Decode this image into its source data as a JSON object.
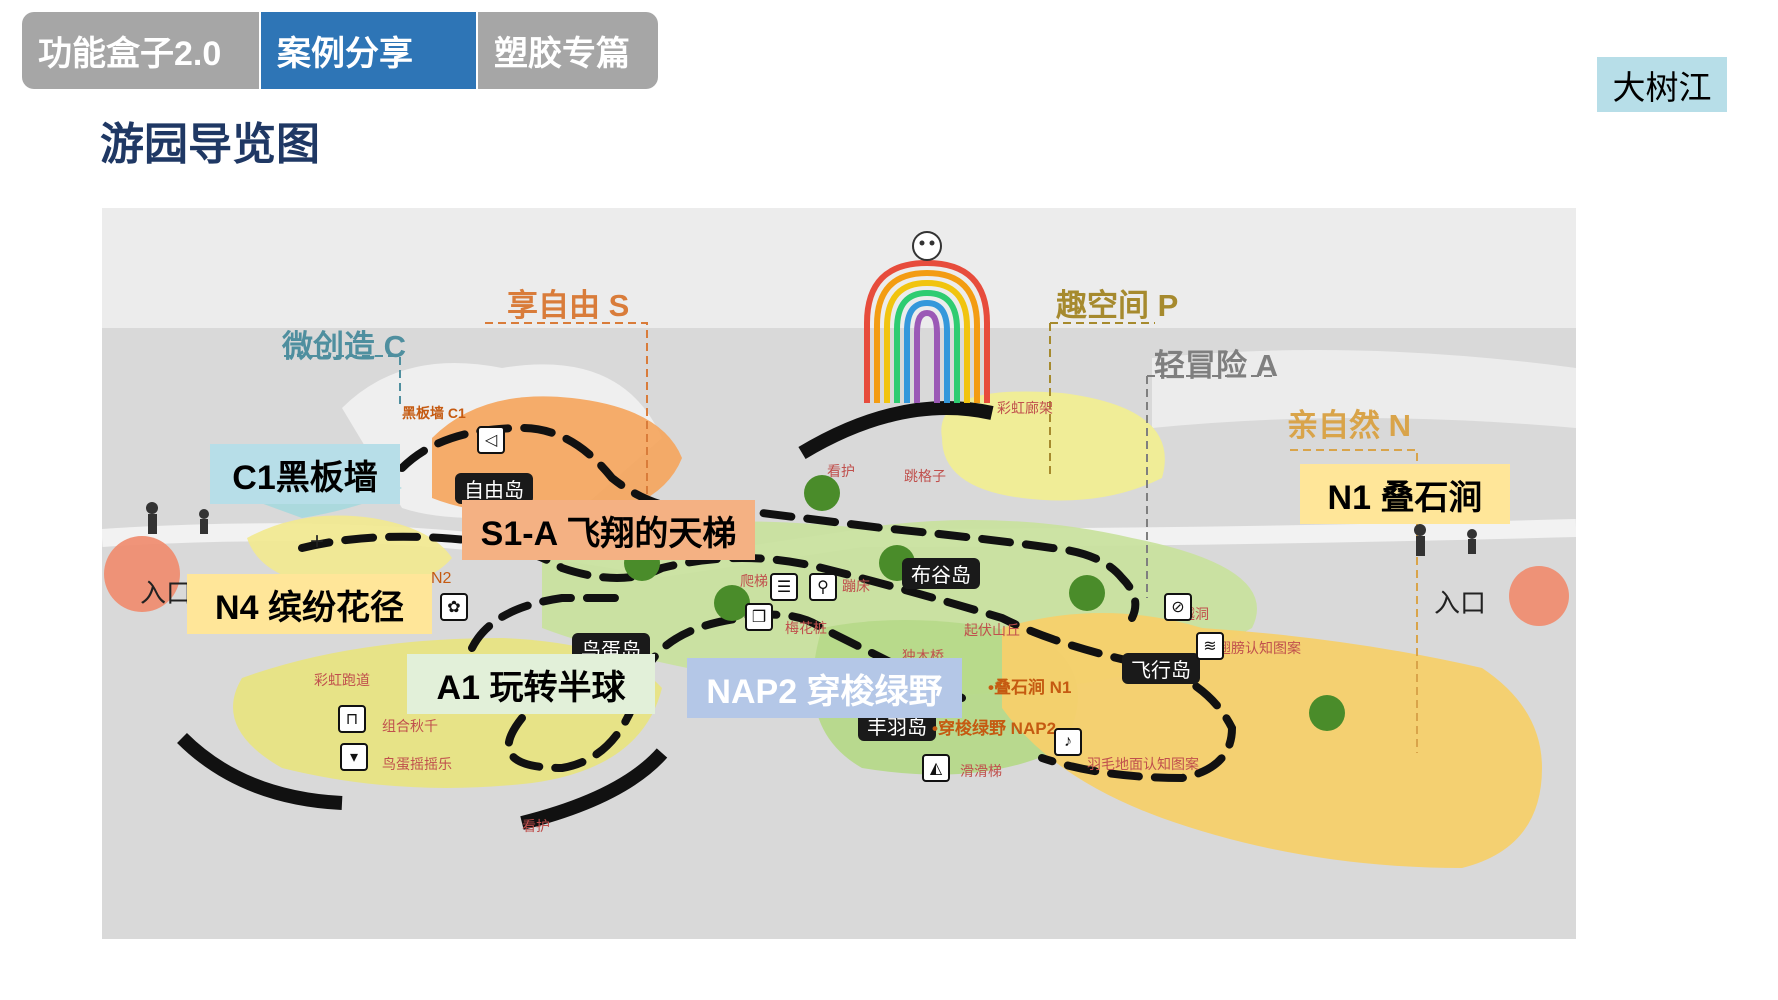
{
  "tabs": [
    {
      "label": "功能盒子2.0",
      "active": false
    },
    {
      "label": "案例分享",
      "active": true
    },
    {
      "label": "塑胶专篇",
      "active": false
    }
  ],
  "page_title": "游园导览图",
  "corner_tag": "大树江",
  "map": {
    "callouts": {
      "c1": "C1黑板墙",
      "s1": "S1-A 飞翔的天梯",
      "n4": "N4 缤纷花径",
      "a1": "A1 玩转半球",
      "nap2": "NAP2 穿梭绿野",
      "n1": "N1 叠石涧"
    },
    "zones": {
      "free_s": "享自由 S",
      "create_c": "微创造 C",
      "space_p": "趣空间 P",
      "adventure_a": "轻冒险 A",
      "nature_n": "亲自然 N"
    },
    "islands": {
      "freedom": "自由岛",
      "bugu": "布谷岛",
      "egg": "鸟蛋岛",
      "feather": "丰羽岛",
      "fly": "飞行岛"
    },
    "entrances": {
      "left": "入口",
      "right": "入口"
    },
    "facilities": {
      "blackboard_c1": "黑板墙 C1",
      "rainbow_corridor": "彩虹廊架",
      "watch1": "看护",
      "hopscotch": "跳格子",
      "climb": "爬梯",
      "trampoline": "蹦床",
      "plum": "梅花桩",
      "n2": "N2",
      "single_bridge": "独木桥",
      "hills": "起伏山丘",
      "stone_n1": "•叠石涧 N1",
      "tunnel": "穿越洞",
      "wing": "翅膀认知图案",
      "rainbow_road": "彩虹跑道",
      "combo_swing": "组合秋千",
      "egg_rocker": "鸟蛋摇摇乐",
      "watch2": "看护",
      "nap2_label": "•穿梭绿野 NAP2",
      "slide": "滑滑梯",
      "feather_ground": "羽毛地面认知图案"
    }
  }
}
